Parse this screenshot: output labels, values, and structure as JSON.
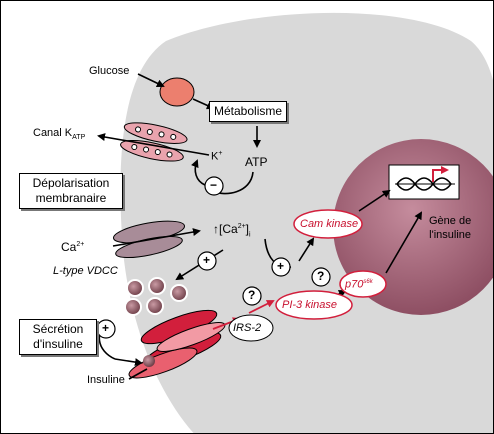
{
  "labels": {
    "glucose": "Glucose",
    "metabolisme": "Métabolisme",
    "canal_katp": "Canal K",
    "canal_katp_sub": "ATP",
    "k_plus": "K",
    "k_plus_sup": "+",
    "atp": "ATP",
    "depolarisation_line1": "Dépolarisation",
    "depolarisation_line2": "membranaire",
    "ca_ion": "Ca",
    "ca_ion_sup": "2+",
    "ca_internal_prefix": "[Ca",
    "ca_internal_sup": "2+",
    "ca_internal_suffix": "]",
    "ca_internal_sub": "i",
    "l_type_vdcc": "L-type VDCC",
    "secretion_line1": "Sécrétion",
    "secretion_line2": "d'insuline",
    "insuline": "Insuline",
    "cam_kinase": "Cam kinase",
    "pi3_kinase": "PI-3 kinase",
    "irs2": "IRS-2",
    "p70": "p70",
    "p70_sup": "s6k",
    "gene_line1": "Gène de",
    "gene_line2": "l'insuline"
  },
  "symbols": {
    "plus": "+",
    "minus": "−",
    "question": "?",
    "up_arrow": "↑"
  },
  "colors": {
    "cell_fill": "#d9d9d9",
    "nucleus_fill": "#a7667a",
    "channel_fill": "#e9a3ad",
    "glucose_transporter": "#ec7f6e",
    "receptor_red": "#d21f3c",
    "arrow_red": "#d21f3c",
    "vdcc_fill": "#a88c98",
    "granule_fill": "#8d5c66"
  }
}
